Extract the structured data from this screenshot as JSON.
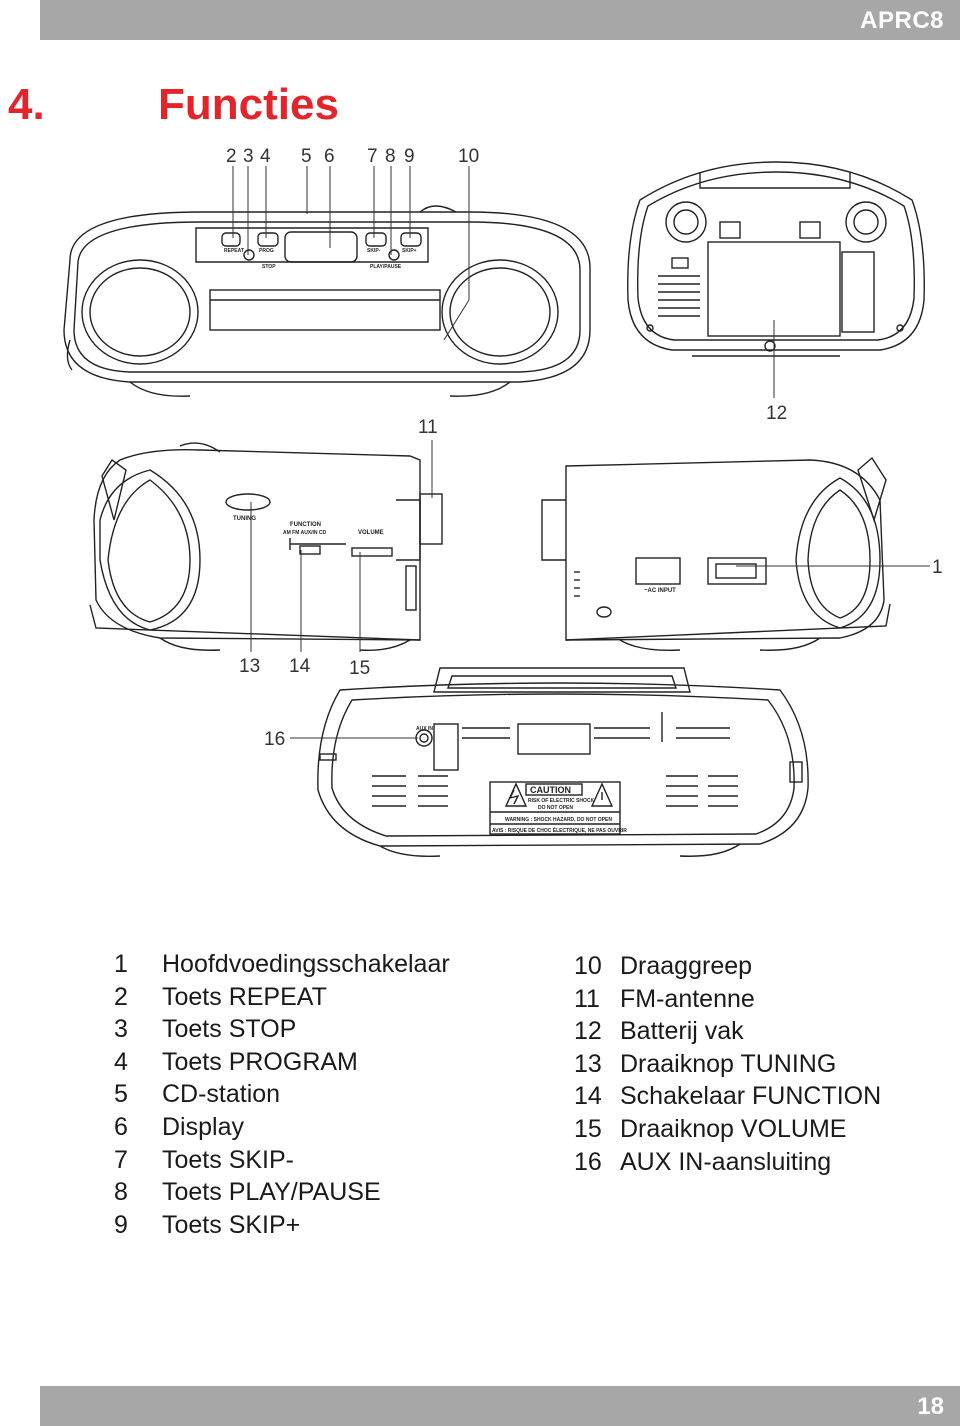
{
  "header": {
    "model": "APRC8"
  },
  "section": {
    "number": "4.",
    "title": "Functies"
  },
  "callouts": {
    "c2": "2",
    "c3": "3",
    "c4": "4",
    "c5": "5",
    "c6": "6",
    "c7": "7",
    "c8": "8",
    "c9": "9",
    "c10": "10",
    "c11": "11",
    "c12": "12",
    "c1": "1",
    "c13": "13",
    "c14": "14",
    "c15": "15",
    "c16": "16"
  },
  "diagram_labels": {
    "repeat": "REPEAT",
    "progr": "PROG",
    "stop": "STOP",
    "skip_minus": "SKIP-",
    "skip_plus": "SKIP+",
    "play_pause": "PLAY/PAUSE",
    "tuning": "TUNING",
    "function": "FUNCTION",
    "function_modes": "AM  FM AUX/IN CD",
    "volume": "VOLUME",
    "ac_input": "~AC INPUT",
    "aux_in": "AUX IN",
    "caution": "CAUTION",
    "risk": "RISK OF ELECTRIC SHOCK",
    "do_not_open": "DO NOT OPEN",
    "warning": "WARNING : SHOCK HAZARD, DO NOT OPEN",
    "avis": "AVIS : RISQUE DE CHOC ÉLECTRIQUE, NE PAS OUVRIR"
  },
  "legend_left": [
    {
      "num": "1",
      "text": "Hoofdvoedingsschakelaar"
    },
    {
      "num": "2",
      "text": "Toets REPEAT"
    },
    {
      "num": "3",
      "text": "Toets STOP"
    },
    {
      "num": "4",
      "text": "Toets PROGRAM"
    },
    {
      "num": "5",
      "text": "CD-station"
    },
    {
      "num": "6",
      "text": "Display"
    },
    {
      "num": "7",
      "text": "Toets SKIP-"
    },
    {
      "num": "8",
      "text": "Toets PLAY/PAUSE"
    },
    {
      "num": "9",
      "text": "Toets SKIP+"
    }
  ],
  "legend_right": [
    {
      "num": "10",
      "text": "Draaggreep"
    },
    {
      "num": "11",
      "text": "FM-antenne"
    },
    {
      "num": "12",
      "text": "Batterij vak"
    },
    {
      "num": "13",
      "text": "Draaiknop TUNING"
    },
    {
      "num": "14",
      "text": "Schakelaar FUNCTION"
    },
    {
      "num": "15",
      "text": "Draaiknop VOLUME"
    },
    {
      "num": "16",
      "text": "AUX IN-aansluiting"
    }
  ],
  "footer": {
    "page": "18"
  }
}
